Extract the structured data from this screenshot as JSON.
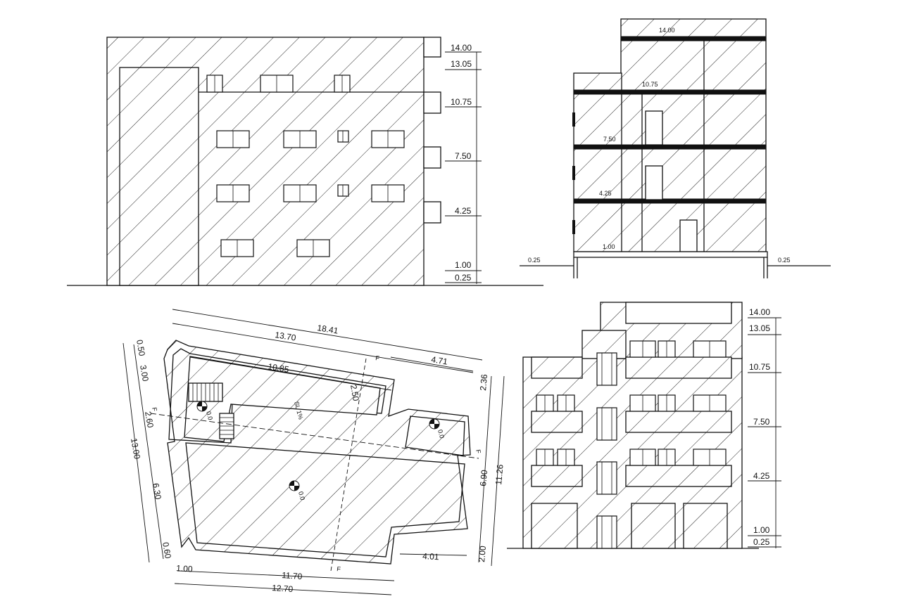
{
  "front_elevation": {
    "levels": [
      "14.00",
      "13.05",
      "10.75",
      "7.50",
      "4.25",
      "1.00",
      "0.25"
    ]
  },
  "section": {
    "levels": [
      "14.00",
      "10.75",
      "7.50",
      "4.25",
      "1.00"
    ],
    "ground_left": "0.25",
    "ground_right": "0.25"
  },
  "side_elevation": {
    "levels": [
      "14.00",
      "13.05",
      "10.75",
      "7.50",
      "4.25",
      "1.00",
      "0.25"
    ]
  },
  "plan": {
    "dim_total_top": "18.41",
    "dim_top": "13.70",
    "dim_top_right": "4.71",
    "dim_inner": "10.85",
    "dim_right_upper": "2.36",
    "dim_right_total": "11.26",
    "dim_right_mid": "6.90",
    "dim_right_lower": "2.00",
    "dim_bottom_right": "4.01",
    "dim_inner_v": "2.50",
    "dim_left_total": "13.00",
    "dim_left_1": "0.50",
    "dim_left_2": "3.00",
    "dim_left_3": "2.60",
    "dim_left_4": "6.30",
    "dim_left_5": "0.60",
    "dim_bottom_1": "1.00",
    "dim_bottom_2": "11.70",
    "dim_bottom_total": "12.70",
    "slope_text": "SL 1%",
    "drain_label": "0.0",
    "section_mark": "F",
    "section_mark_side": "F"
  }
}
